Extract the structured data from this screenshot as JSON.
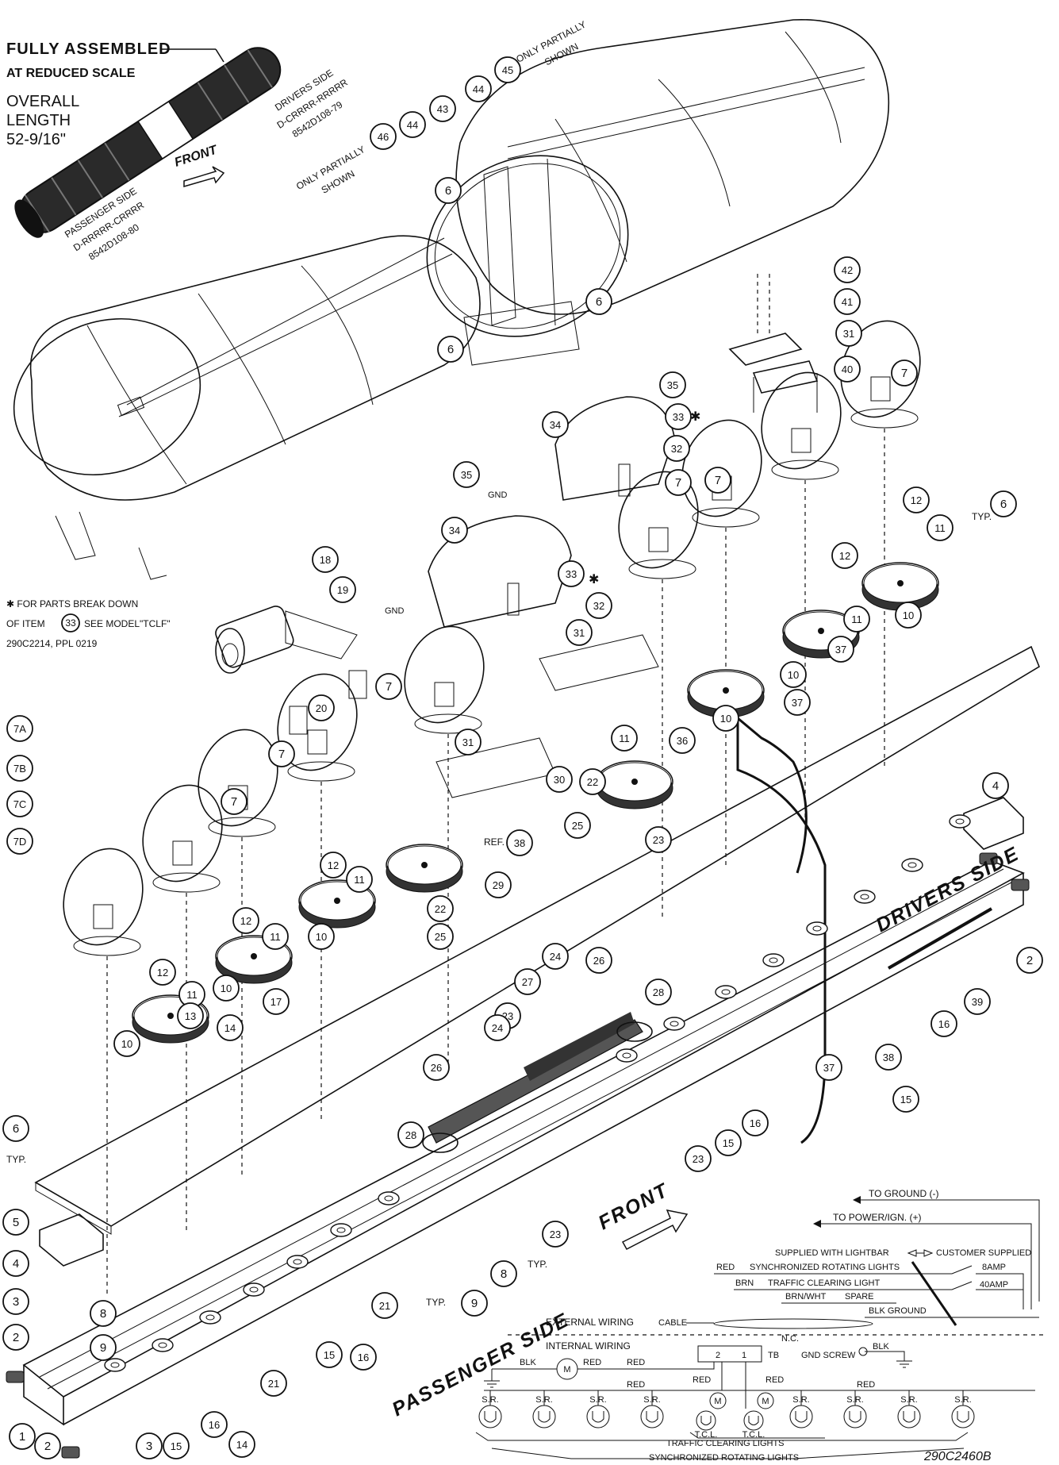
{
  "inset": {
    "line1": "FULLY ASSEMBLED",
    "line2": "AT REDUCED SCALE",
    "line3": "OVERALL",
    "line4": "LENGTH",
    "line5": "52-9/16\"",
    "front": "FRONT",
    "drivers_side": "DRIVERS SIDE",
    "drivers_code": "D-CRRRR-RRRRR",
    "drivers_part": "8542D108-79",
    "passenger_side": "PASSENGER SIDE",
    "passenger_code": "D-RRRRR-CRRRR",
    "passenger_part": "8542D108-80"
  },
  "dome_notes": {
    "only_partially": "ONLY PARTIALLY",
    "shown": "SHOWN"
  },
  "footnote": {
    "line1": "✱ FOR PARTS BREAK DOWN",
    "line2a": "OF ITEM",
    "line2_item": "33",
    "line2b": "SEE MODEL\"TCLF\"",
    "line3": "290C2214, PPL 0219"
  },
  "labels": {
    "drivers_side": "DRIVERS SIDE",
    "passenger_side": "PASSENGER SIDE",
    "front": "FRONT",
    "typ": "TYP.",
    "ref": "REF.",
    "gnd": "GND",
    "star": "✱"
  },
  "callouts": [
    "1",
    "2",
    "3",
    "4",
    "5",
    "6",
    "7",
    "7A",
    "7B",
    "7C",
    "7D",
    "8",
    "9",
    "10",
    "11",
    "12",
    "13",
    "14",
    "15",
    "16",
    "17",
    "18",
    "19",
    "20",
    "21",
    "22",
    "23",
    "24",
    "25",
    "26",
    "27",
    "28",
    "29",
    "30",
    "31",
    "32",
    "33",
    "34",
    "35",
    "36",
    "37",
    "38",
    "39",
    "40",
    "41",
    "42",
    "43",
    "44",
    "45",
    "46"
  ],
  "wiring": {
    "to_ground": "TO GROUND (-)",
    "to_power": "TO POWER/IGN. (+)",
    "supplied": "SUPPLIED WITH LIGHTBAR",
    "customer": "CUSTOMER SUPPLIED",
    "red": "RED",
    "sync_rot": "SYNCHRONIZED ROTATING LIGHTS",
    "brn": "BRN",
    "traffic": "TRAFFIC CLEARING LIGHT",
    "brn_wht": "BRN/WHT",
    "spare": "SPARE",
    "blk_ground": "BLK GROUND",
    "amp8": "8AMP",
    "amp40": "40AMP",
    "external": "EXTERNAL WIRING",
    "cable": "CABLE",
    "internal": "INTERNAL WIRING",
    "nc": "N.C.",
    "tb": "TB",
    "tb2": "2",
    "tb1": "1",
    "gnd_screw": "GND SCREW",
    "blk": "BLK",
    "motor": "M",
    "sr": "S.R.",
    "tcl": "T.C.L.",
    "traffic_lights": "TRAFFIC CLEARING LIGHTS",
    "sync_lights": "SYNCHRONIZED ROTATING LIGHTS"
  },
  "drawing_number": "290C2460B"
}
